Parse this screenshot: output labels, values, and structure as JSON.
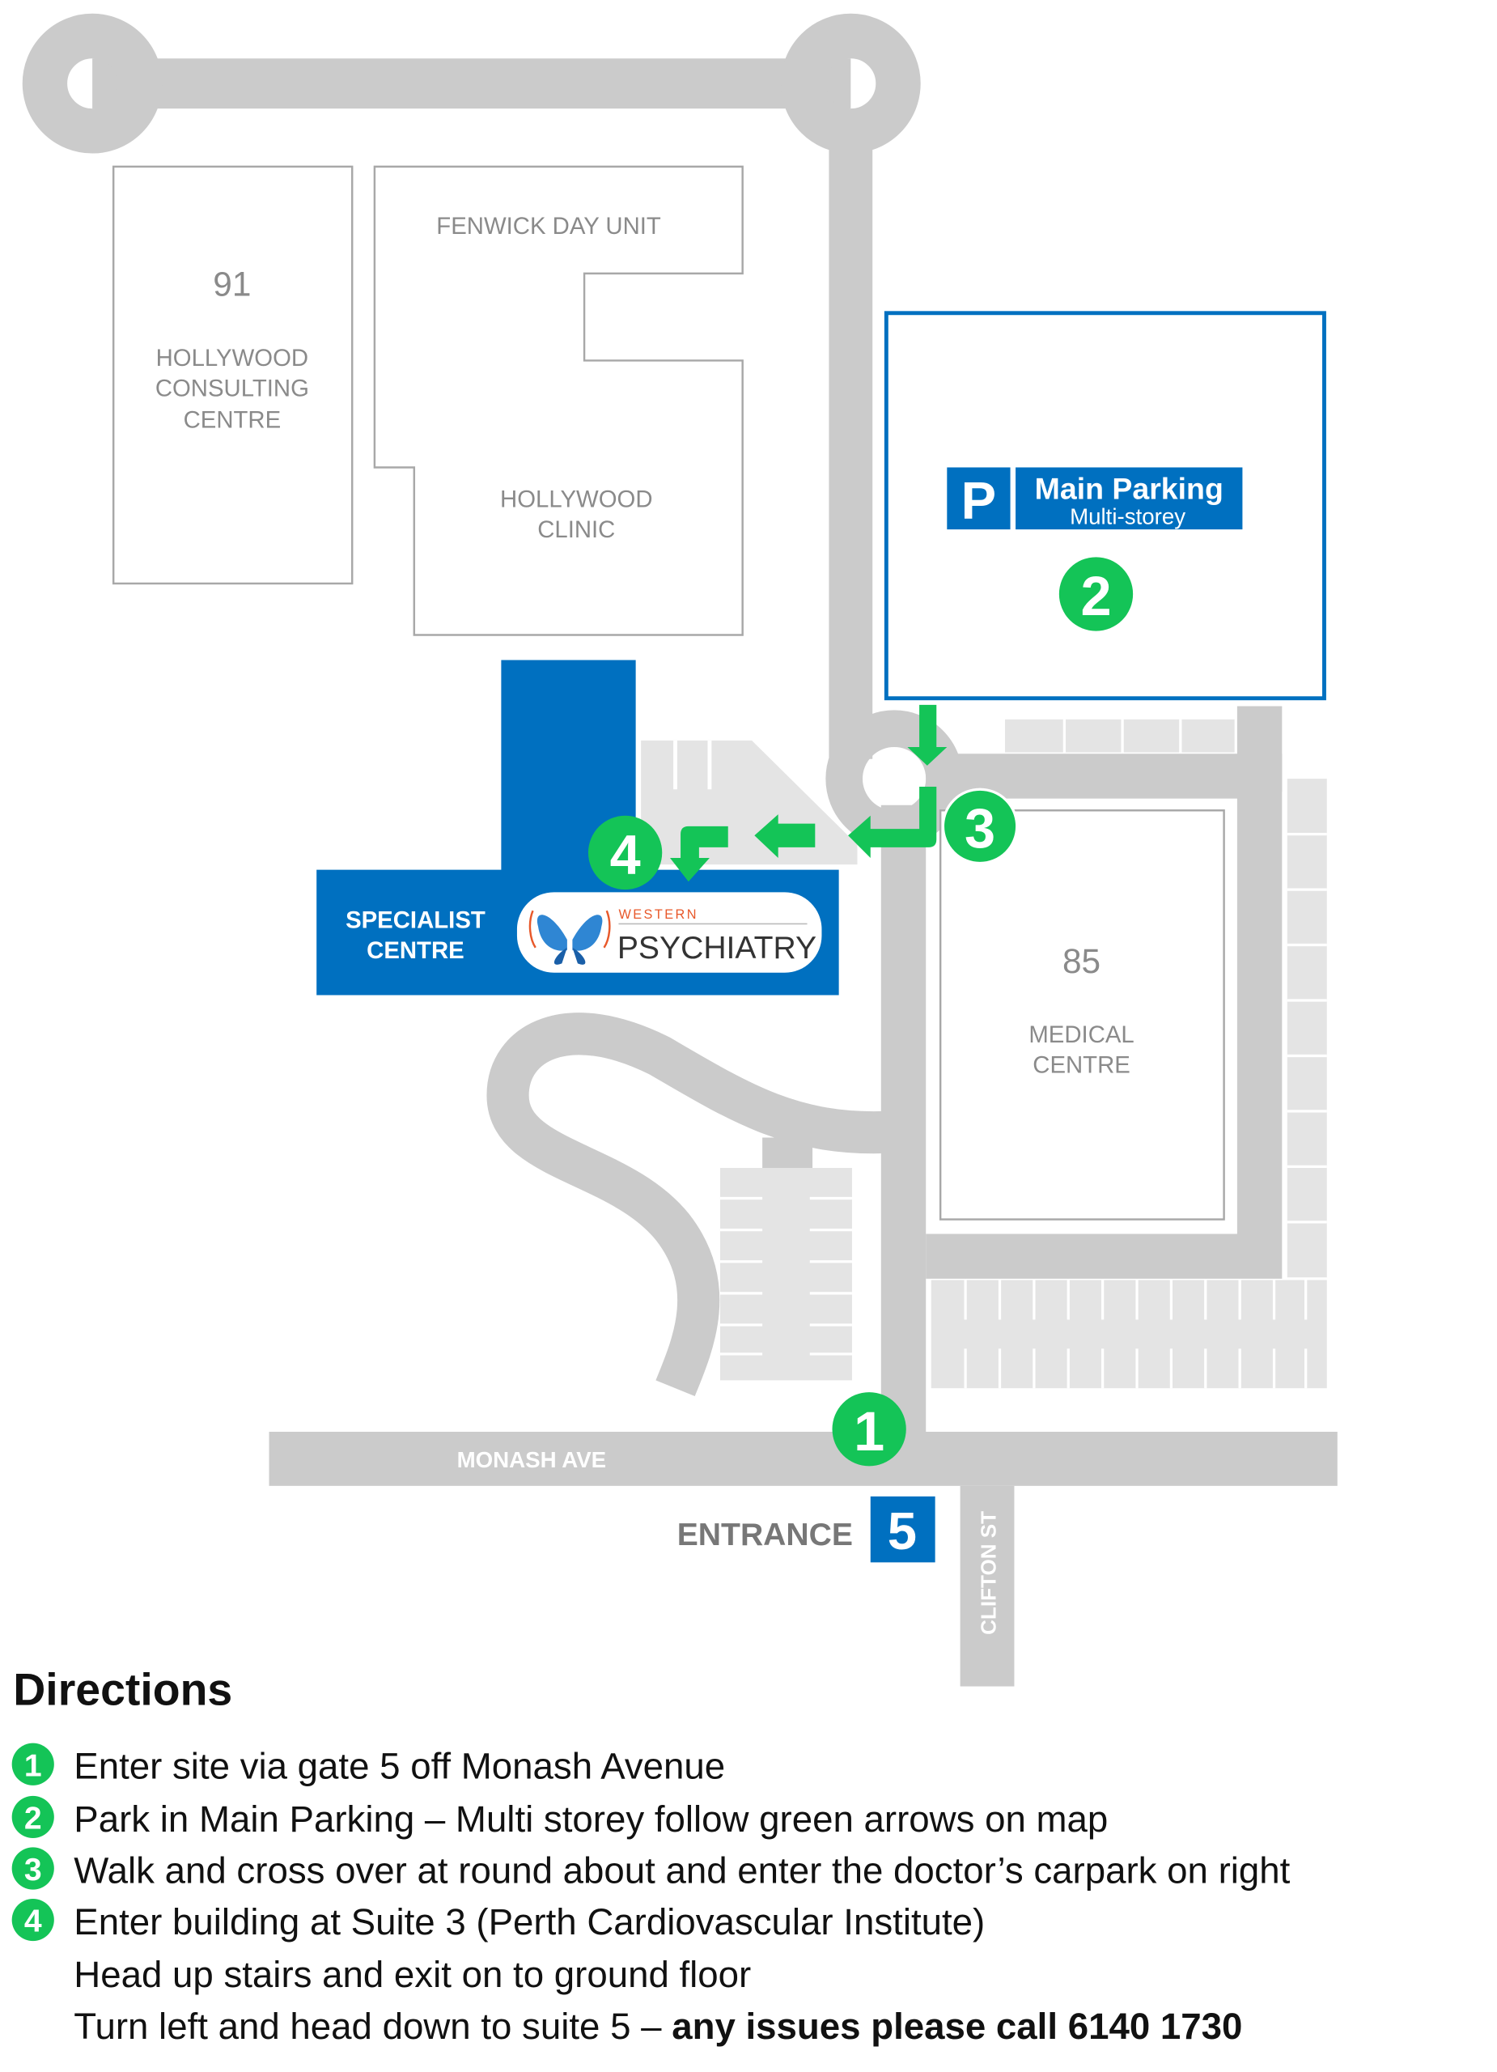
{
  "map": {
    "buildings": {
      "hollywood_consulting": {
        "number": "91",
        "line1": "HOLLYWOOD",
        "line2": "CONSULTING",
        "line3": "CENTRE"
      },
      "fenwick": {
        "name": "FENWICK DAY UNIT"
      },
      "hollywood_clinic": {
        "line1": "HOLLYWOOD",
        "line2": "CLINIC"
      },
      "medical_centre": {
        "number": "85",
        "line1": "MEDICAL",
        "line2": "CENTRE"
      },
      "specialist_centre": {
        "line1": "SPECIALIST",
        "line2": "CENTRE"
      }
    },
    "parking": {
      "icon": "P",
      "title": "Main Parking",
      "subtitle": "Multi-storey"
    },
    "logo": {
      "top": "WESTERN",
      "bottom": "PSYCHIATRY"
    },
    "streets": {
      "monash": "MONASH AVE",
      "clifton": "CLIFTON ST"
    },
    "entrance": {
      "label": "ENTRANCE",
      "gate": "5"
    },
    "markers": [
      "1",
      "2",
      "3",
      "4"
    ],
    "colors": {
      "blue": "#0070c0",
      "green": "#14c457",
      "road": "#cbcbcb"
    }
  },
  "directions": {
    "title": "Directions",
    "steps": [
      {
        "num": "1",
        "text": "Enter site via gate 5 off Monash Avenue"
      },
      {
        "num": "2",
        "text": "Park in Main Parking – Multi storey follow green arrows on map"
      },
      {
        "num": "3",
        "text": "Walk and cross over at round about and enter the doctor’s carpark on right"
      },
      {
        "num": "4",
        "text": "Enter building at Suite 3 (Perth Cardiovascular Institute)"
      }
    ],
    "extra1": "Head up stairs and exit on to ground floor",
    "extra2": "Turn left and head down to suite 5 – ",
    "extra2_bold": "any issues please call 6140 1730"
  }
}
